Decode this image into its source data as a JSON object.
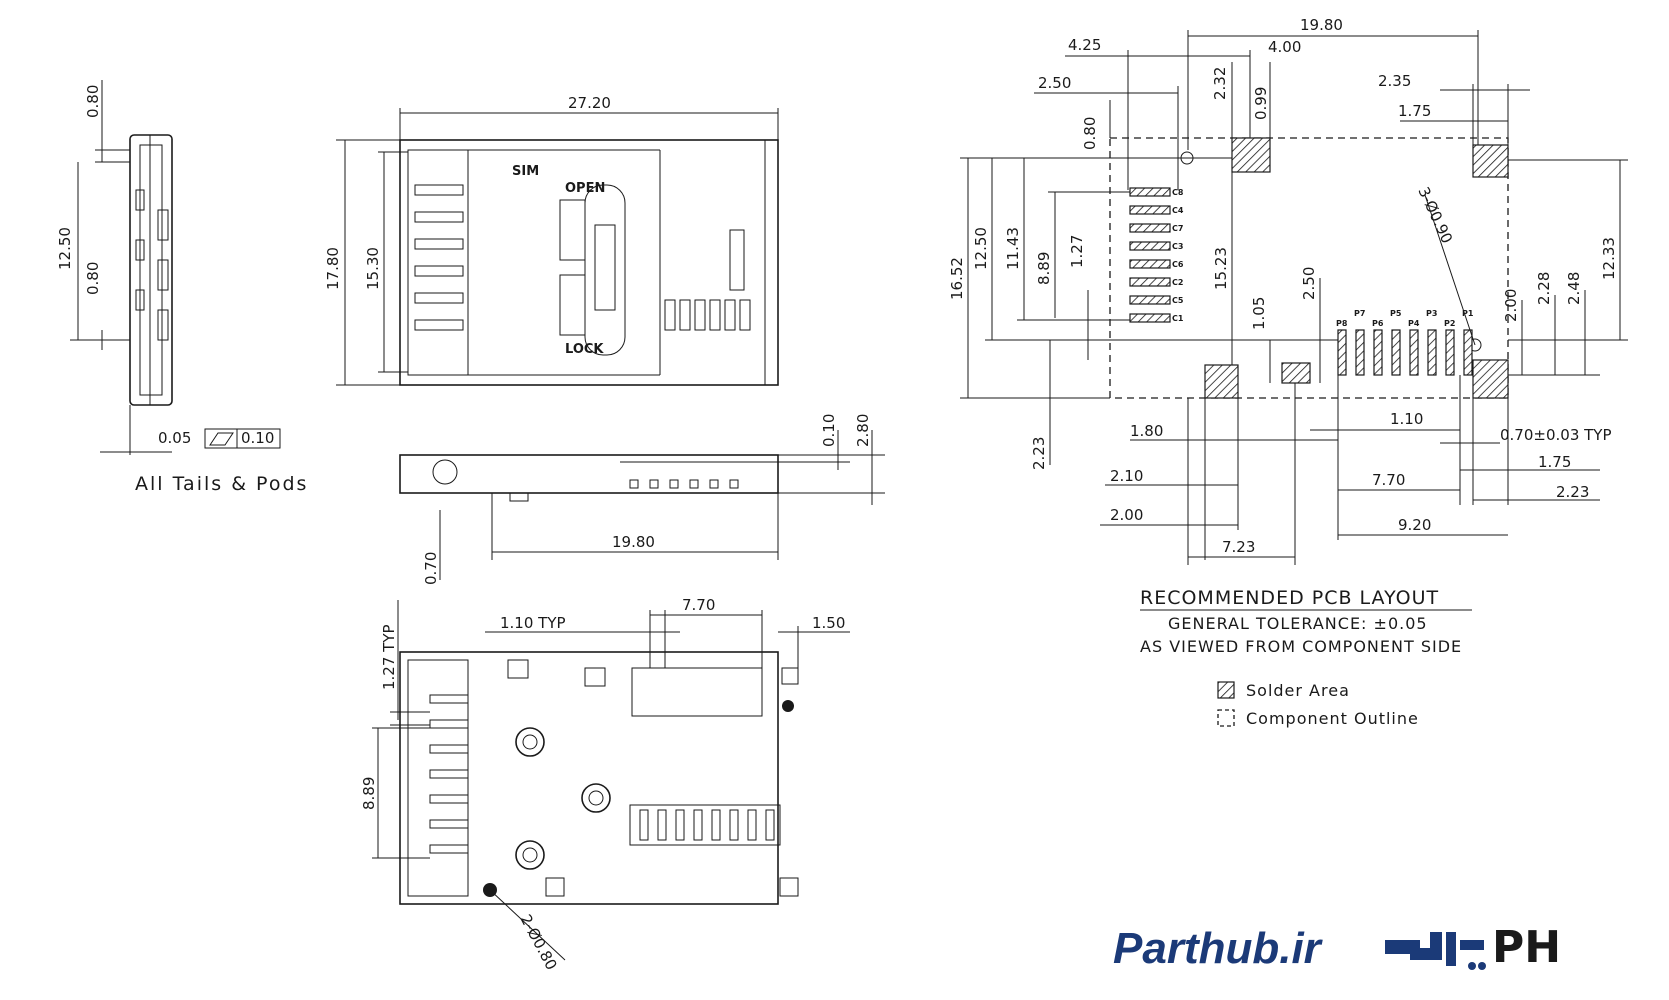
{
  "side_view_dims": [
    "0.80",
    "12.50",
    "0.80"
  ],
  "flatness_note": {
    "left": "0.05",
    "right": "0.10",
    "caption": "All Tails & Pods"
  },
  "top_view": {
    "dims": {
      "width": "27.20",
      "height": "17.80",
      "inner": "15.30"
    },
    "labels": {
      "sim": "SIM",
      "open": "OPEN",
      "lock": "LOCK"
    }
  },
  "front_view_dims": [
    "0.10",
    "2.80",
    "19.80",
    "0.70"
  ],
  "bottom_view_dims": [
    "1.10 TYP",
    "7.70",
    "1.50",
    "1.27 TYP",
    "8.89",
    "2-Ø0.80"
  ],
  "pcb_layout": {
    "dims_top": [
      "19.80",
      "4.25",
      "4.00",
      "2.50",
      "2.32",
      "0.99",
      "2.35",
      "1.75",
      "0.80"
    ],
    "dims_left": [
      "16.52",
      "12.50",
      "11.43",
      "8.89",
      "1.27",
      "15.23",
      "1.05",
      "2.50",
      "2.23"
    ],
    "dims_right": [
      "12.33",
      "2.48",
      "2.28",
      "2.00",
      "3-Ø0.90"
    ],
    "dims_bottom": [
      "1.80",
      "1.10",
      "0.70±0.03 TYP",
      "1.75",
      "2.10",
      "7.70",
      "2.23",
      "2.00",
      "9.20",
      "7.23"
    ],
    "pin_labels_left": [
      "C8",
      "C4",
      "C7",
      "C3",
      "C6",
      "C2",
      "C5",
      "C1"
    ],
    "pin_labels_bottom": [
      "P8",
      "P7",
      "P6",
      "P5",
      "P4",
      "P3",
      "P2",
      "P1"
    ],
    "title": "RECOMMENDED PCB LAYOUT",
    "tolerance": "GENERAL TOLERANCE: ±0.05",
    "viewed": "AS VIEWED FROM COMPONENT SIDE",
    "legend": {
      "solder": "Solder Area",
      "outline": "Component Outline"
    }
  },
  "brand": {
    "name": "Parthub.ir",
    "logo_text": "PH",
    "accent": "#e02020",
    "primary": "#1b3a78"
  }
}
